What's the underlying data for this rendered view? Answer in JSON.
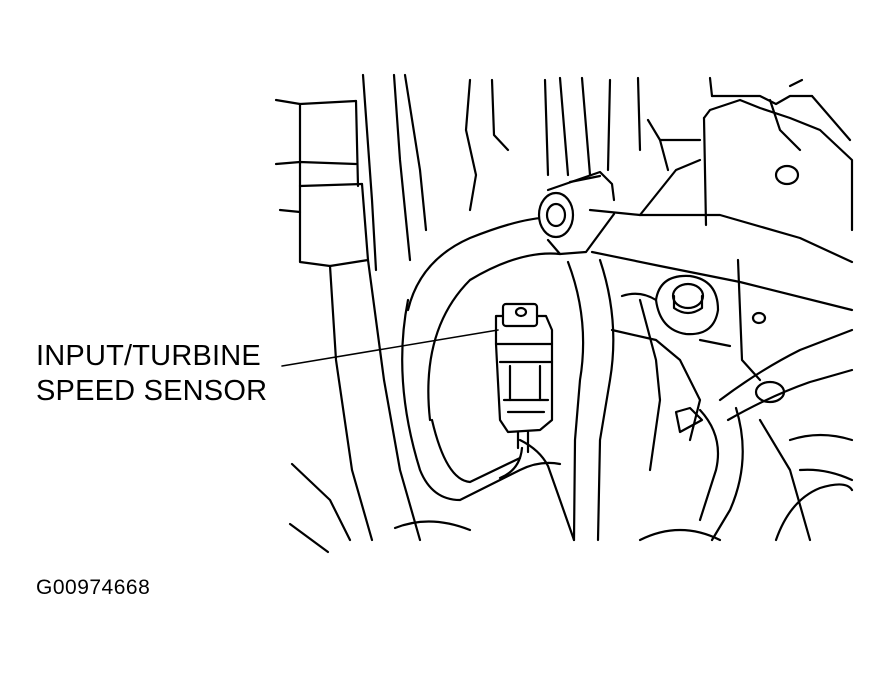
{
  "callout": {
    "line1": "INPUT/TURBINE",
    "line2": "SPEED SENSOR"
  },
  "figure_id": "G00974668"
}
